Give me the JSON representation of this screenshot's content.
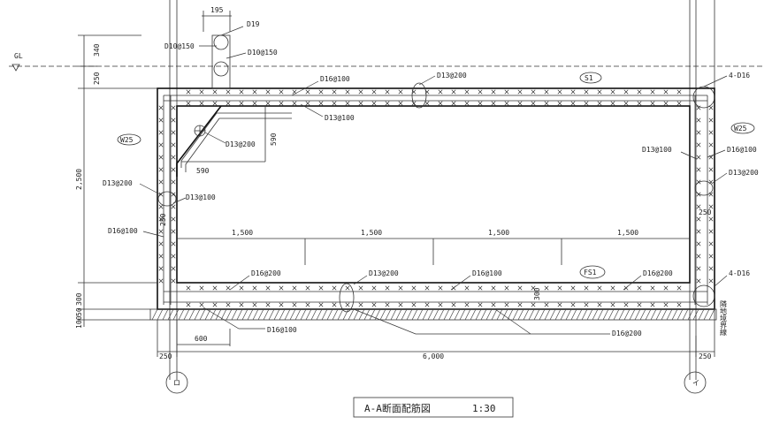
{
  "title": {
    "text": "A-A断面配筋図",
    "scale": "1:30"
  },
  "axes": {
    "left": "ロ",
    "right": "イ"
  },
  "gl": "GL",
  "boundary_note": "隣地境界線",
  "wall_marks": {
    "left": "W25",
    "right": "W25"
  },
  "slab_marks": {
    "top": "S1",
    "bottom": "FS1"
  },
  "rebar_labels": {
    "d19": "D19",
    "d10_a": "D10@150",
    "d10_b": "D10@150",
    "top_d16": "D16@100",
    "top_d13_mid": "D13@200",
    "top_d13_low": "D13@100",
    "haunch_d13": "D13@200",
    "right_4d16_top": "4-D16",
    "right_d13_100": "D13@100",
    "right_d16_100": "D16@100",
    "right_d13_200": "D13@200",
    "left_d13_200": "D13@200",
    "left_d13_100": "D13@100",
    "left_d16_100": "D16@100",
    "bot_d16_200_left": "D16@200",
    "bot_d13_200": "D13@200",
    "bot_d16_100": "D16@100",
    "bot_d16_200_right": "D16@200",
    "right_4d16_bot": "4-D16",
    "under_d16_100": "D16@100",
    "under_d16_200": "D16@200"
  },
  "dimensions": {
    "top_195": "195",
    "left_340": "340",
    "left_250_top": "250",
    "left_2500": "2,500",
    "left_300": "300",
    "left_50": "50",
    "left_100": "100",
    "haunch_590_v": "590",
    "haunch_590_h": "590",
    "wall_250_left": "250",
    "wall_250_right": "250",
    "span1": "1,500",
    "span2": "1,500",
    "span3": "1,500",
    "span4": "1,500",
    "slab_300": "300",
    "bottom_600": "600",
    "bottom_250_left": "250",
    "bottom_6000": "6,000",
    "bottom_250_right": "250"
  }
}
